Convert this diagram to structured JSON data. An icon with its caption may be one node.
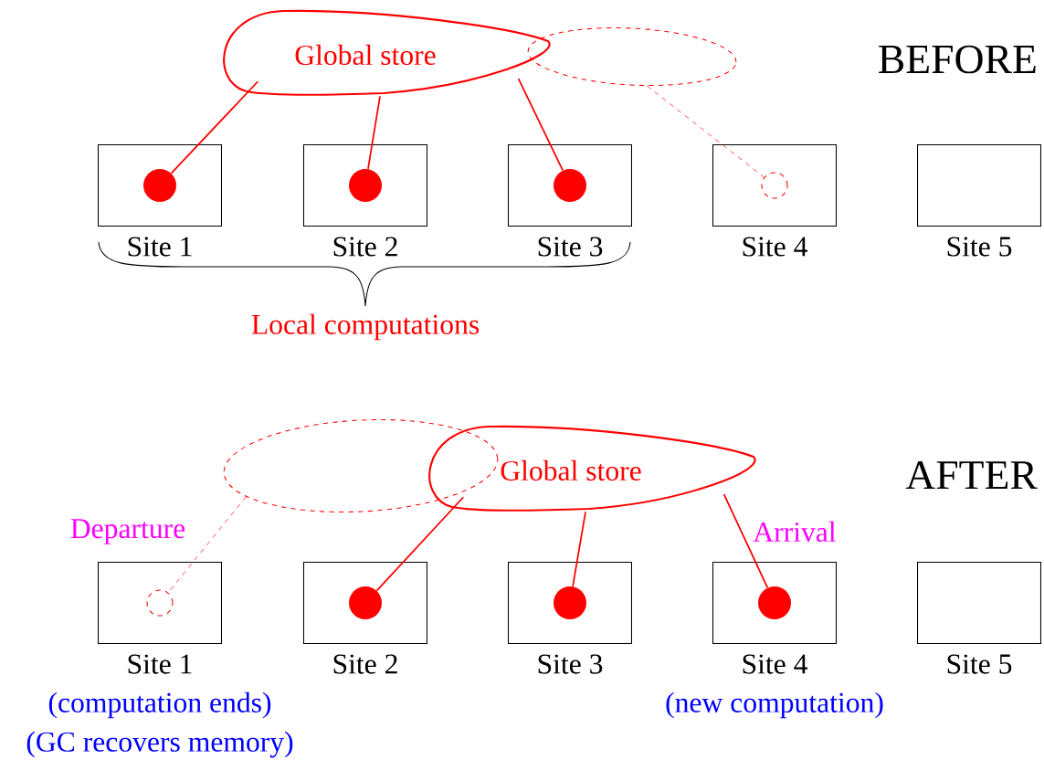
{
  "diagram": {
    "nodes": [
      {
        "text": [
          "Global store"
        ]
      },
      {
        "text": [],
        "shape": "cloud"
      },
      {
        "text": [
          "Site 1"
        ]
      },
      {
        "text": [],
        "shape": "circle",
        "in": 2
      },
      {
        "text": [
          "Site 2"
        ]
      },
      {
        "text": [],
        "shape": "circle",
        "in": 4
      },
      {
        "text": [
          "Site 3"
        ]
      },
      {
        "text": [],
        "shape": "circle",
        "in": 6
      },
      {
        "text": [
          "Site 4"
        ]
      },
      {
        "text": [],
        "shape": "circle",
        "in": 8
      },
      {
        "text": [
          "Site 5"
        ]
      },
      {
        "text": [],
        "shape": "cloud"
      },
      {
        "text": [
          "Global store"
        ]
      },
      {
        "text": [
          "Site 1"
        ],
        "beside": [
          "(computation ends)",
          "(GC recovers memory)"
        ]
      },
      {
        "text": [],
        "shape": "circle",
        "in": 13
      },
      {
        "text": [
          "Site 2"
        ]
      },
      {
        "text": [],
        "shape": "circle",
        "in": 15
      },
      {
        "text": [
          "Site 3"
        ]
      },
      {
        "text": [],
        "shape": "circle",
        "in": 17
      },
      {
        "text": [
          "Site 4"
        ],
        "beside": [
          "(new computation)"
        ]
      },
      {
        "text": [],
        "shape": "circle",
        "in": 19
      },
      {
        "text": [
          "Site 5"
        ]
      }
    ],
    "edges": [
      {
        "from": 0,
        "to": 3,
        "arrow": "none"
      },
      {
        "from": 0,
        "to": 5,
        "arrow": "none"
      },
      {
        "from": 0,
        "to": 7,
        "arrow": "none"
      },
      {
        "from": 1,
        "to": 9,
        "arrow": "none",
        "style": "dashed"
      },
      {
        "from": 11,
        "to": 14,
        "arrow": "none",
        "style": "dashed"
      },
      {
        "from": 12,
        "to": 16,
        "arrow": "none"
      },
      {
        "from": 12,
        "to": 18,
        "arrow": "none"
      },
      {
        "from": 12,
        "to": 20,
        "arrow": "none"
      }
    ],
    "labels": [
      "BEFORE",
      "Local computations",
      "AFTER",
      "Departure",
      "Arrival"
    ]
  }
}
